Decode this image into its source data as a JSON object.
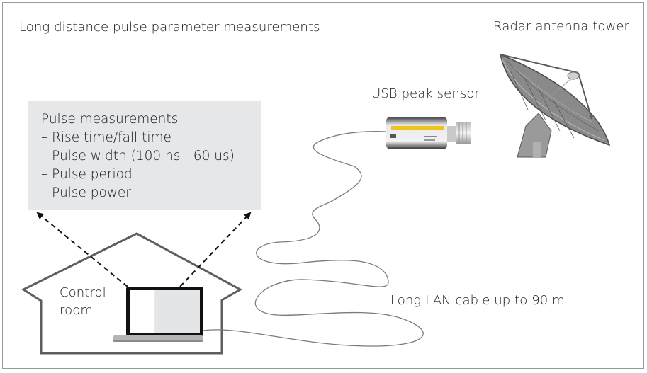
{
  "title": "Long distance pulse parameter measurements",
  "labels": {
    "radar": "Radar antenna tower",
    "sensor": "USB peak sensor",
    "cable": "Long LAN cable up to 90 m",
    "room_line1": "Control",
    "room_line2": "room"
  },
  "measurements": {
    "heading": "Pulse measurements",
    "items": [
      "– Rise time/fall time",
      "– Pulse width (100 ns - 60 us)",
      "– Pulse period",
      "– Pulse power"
    ]
  },
  "icons": {
    "radar": "radar-dish-icon",
    "sensor": "usb-peak-sensor-icon",
    "laptop": "laptop-icon",
    "house": "house-outline-icon",
    "cable": "lan-cable-icon"
  },
  "colors": {
    "box_fill": "#e6e7e8",
    "outline": "#5a5a5a",
    "sensor_label": "#f2c21b"
  }
}
